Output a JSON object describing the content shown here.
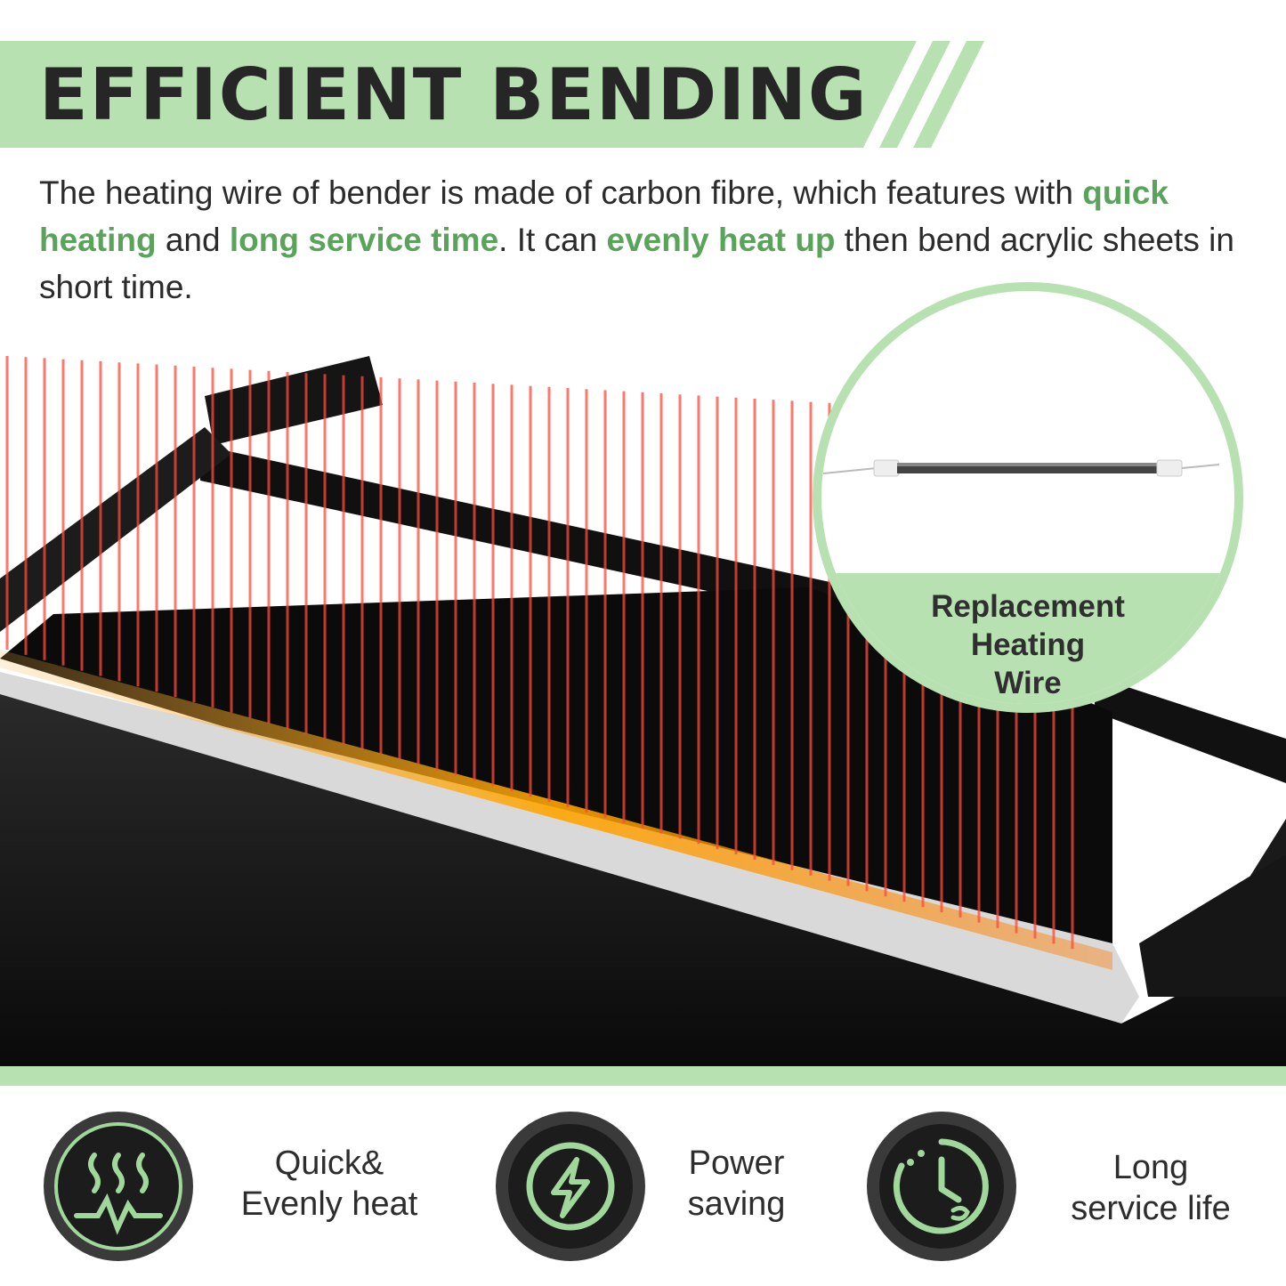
{
  "header": {
    "title": "EFFICIENT BENDING",
    "banner_color": "#b7e1b0",
    "title_color": "#262626"
  },
  "description": {
    "part1": "The heating wire of bender is made of carbon fibre, which features with ",
    "highlight1": "quick heating",
    "part2": " and ",
    "highlight2": "long service time",
    "part3": ". It can ",
    "highlight3": "evenly heat up",
    "part4": " then bend acrylic sheets in short time.",
    "highlight_color": "#5aa35a"
  },
  "inset": {
    "line1": "Replacement",
    "line2": "Heating",
    "line3": "Wire",
    "ring_color": "#b7e1b0"
  },
  "features": [
    {
      "icon": "heat-wave-icon",
      "line1": "Quick&",
      "line2": "Evenly heat"
    },
    {
      "icon": "lightning-bolt-icon",
      "line1": "Power",
      "line2": "saving"
    },
    {
      "icon": "clock-icon",
      "line1": "Long",
      "line2": "service life"
    }
  ],
  "accent_icon_color": "#9fd89a"
}
